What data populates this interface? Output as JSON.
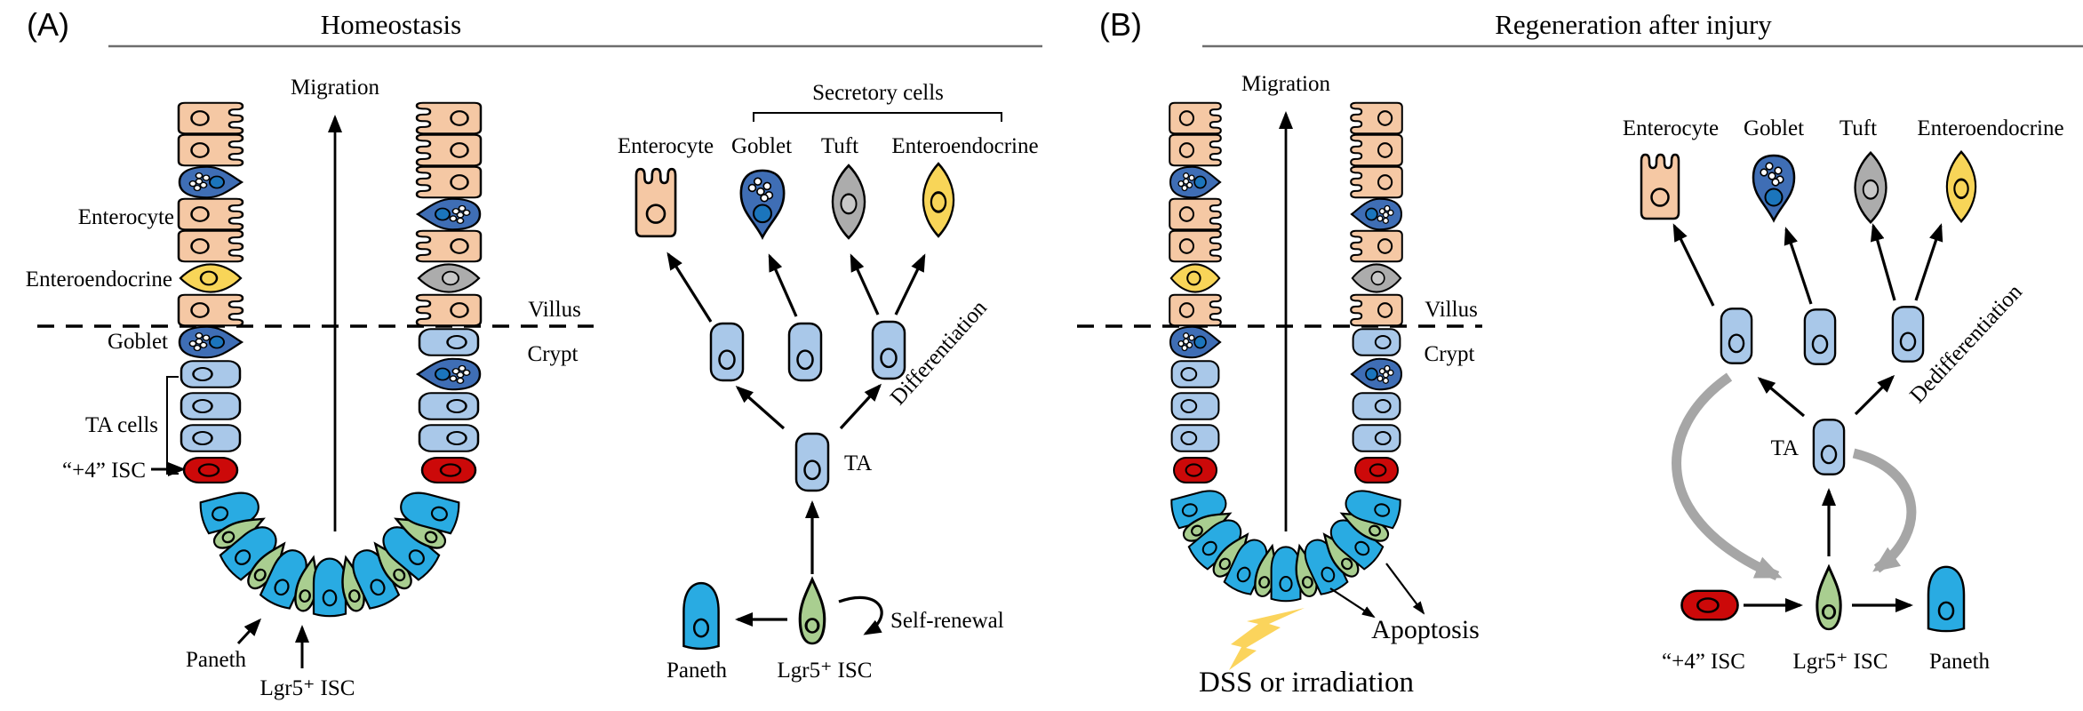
{
  "panel_a": {
    "label": "(A)",
    "title": "Homeostasis",
    "crypt": {
      "migration": "Migration",
      "villus": "Villus",
      "crypt": "Crypt",
      "enterocyte": "Enterocyte",
      "enteroendocrine": "Enteroendocrine",
      "goblet": "Goblet",
      "ta_cells": "TA cells",
      "plus4_isc": "“+4” ISC",
      "paneth": "Paneth",
      "lgr5_isc": "Lgr5⁺ ISC"
    },
    "tree": {
      "secretory_cells": "Secretory cells",
      "enterocyte": "Enterocyte",
      "goblet": "Goblet",
      "tuft": "Tuft",
      "enteroendocrine": "Enteroendocrine",
      "differentiation": "Differentiation",
      "ta": "TA",
      "self_renewal": "Self-renewal",
      "paneth": "Paneth",
      "lgr5_isc": "Lgr5⁺ ISC"
    }
  },
  "panel_b": {
    "label": "(B)",
    "title": "Regeneration after injury",
    "crypt": {
      "migration": "Migration",
      "villus": "Villus",
      "crypt": "Crypt",
      "dss_or_irradiation": "DSS or irradiation",
      "apoptosis": "Apoptosis"
    },
    "tree": {
      "enterocyte": "Enterocyte",
      "goblet": "Goblet",
      "tuft": "Tuft",
      "enteroendocrine": "Enteroendocrine",
      "dedifferentiation": "Dedifferentiation",
      "ta": "TA",
      "plus4_isc": "“+4” ISC",
      "lgr5_isc": "Lgr5⁺ ISC",
      "paneth": "Paneth"
    }
  },
  "crypt_cells": {
    "left_column": [
      "enterocyte",
      "enterocyte",
      "goblet",
      "enterocyte",
      "enterocyte",
      "endo",
      "enterocyte",
      "goblet",
      "ta",
      "ta",
      "ta",
      "plus4"
    ],
    "right_column": [
      "enterocyte",
      "enterocyte",
      "enterocyte",
      "goblet",
      "enterocyte",
      "tuft",
      "enterocyte",
      "ta",
      "goblet",
      "ta",
      "ta",
      "plus4"
    ],
    "bottom_arc": [
      "paneth",
      "lgr5",
      "paneth",
      "lgr5",
      "paneth",
      "lgr5",
      "paneth",
      "lgr5",
      "paneth",
      "lgr5",
      "paneth",
      "lgr5",
      "paneth"
    ]
  },
  "colors": {
    "enterocyte": "#F5C8A4",
    "goblet": "#3F6EB5",
    "goblet_nucleus": "#1B75BC",
    "ta": "#A9C8E9",
    "enteroendocrine": "#F8D558",
    "tuft": "#ACACAC",
    "tuft_nucleus": "#C8C8C8",
    "plus4_isc": "#CC0909",
    "paneth": "#29ABE2",
    "lgr5_isc": "#A9CE90",
    "lightning": "#FBD45C",
    "dedifferentiation_arrow": "#A6A6A6",
    "outline": "#000000"
  }
}
